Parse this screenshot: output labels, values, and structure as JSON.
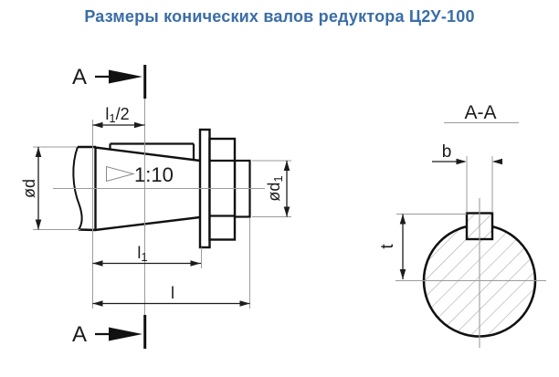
{
  "title": {
    "text": "Размеры конических валов редуктора Ц2У-100",
    "color": "#3a6da7"
  },
  "drawing": {
    "section_label": "A",
    "section_title": "A-A",
    "taper_label": "1:10",
    "dims": {
      "d": {
        "base": "ød"
      },
      "d1": {
        "base": "ød",
        "sub": "1"
      },
      "l_half": {
        "base": "l",
        "sub": "1",
        "rest": "/2"
      },
      "l1": {
        "base": "l",
        "sub": "1"
      },
      "l": {
        "base": "l"
      },
      "b": "b",
      "t": "t"
    },
    "colors": {
      "outline": "#111111",
      "dimension": "#1c1c1c",
      "auxiliary_gray": "#9b9b9b",
      "background": "#ffffff"
    }
  }
}
